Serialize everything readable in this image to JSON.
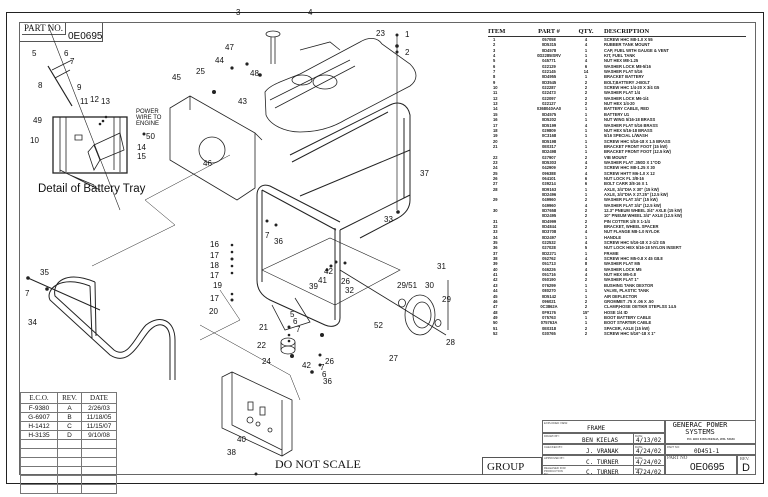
{
  "drawing": {
    "part_no_label": "PART NO.",
    "part_no": "0E0695",
    "detail_caption": "Detail of Battery Tray",
    "power_label": [
      "POWER",
      "WIRE TO",
      "ENGINE"
    ],
    "do_not_scale": "DO NOT SCALE",
    "callouts": [
      "1",
      "2",
      "3",
      "4",
      "5",
      "6",
      "7",
      "8",
      "9",
      "10",
      "11",
      "12",
      "13",
      "14",
      "15",
      "16",
      "17",
      "17",
      "18",
      "17",
      "19",
      "17",
      "20",
      "21",
      "22",
      "23",
      "24",
      "25",
      "26",
      "26",
      "27",
      "28",
      "29",
      "29/51",
      "30",
      "31",
      "32",
      "33",
      "34",
      "35",
      "7",
      "36",
      "36",
      "37",
      "38",
      "39",
      "39",
      "40",
      "41",
      "42",
      "43",
      "44",
      "45",
      "46",
      "47",
      "48",
      "49",
      "50",
      "52",
      "5",
      "6",
      "7",
      "7"
    ]
  },
  "parts_list": {
    "headers": [
      "ITEM",
      "PART #",
      "QTY.",
      "DESCRIPTION"
    ],
    "rows": [
      [
        "1",
        "057058",
        "4",
        "SCREW HHC M8-1.0 X 55"
      ],
      [
        "2",
        "0D5315",
        "4",
        "RUBBER TANK MOUNT"
      ],
      [
        "3",
        "0D4578",
        "1",
        "CAP, FUEL WITH GAUGE & VENT"
      ],
      [
        "4",
        "0D2285ISRV",
        "1",
        "KIT, FUEL TANK"
      ],
      [
        "5",
        "045771",
        "4",
        "NUT HEX M8-1.25"
      ],
      [
        "6",
        "022129",
        "6",
        "WASHER LOCK M8-5/16"
      ],
      [
        "7",
        "022145",
        "14",
        "WASHER FLAT 5/16"
      ],
      [
        "8",
        "0D4955",
        "1",
        "BRACKET BATTERY"
      ],
      [
        "9",
        "0D3545",
        "2",
        "BOLT,BATTERY J-BOLT"
      ],
      [
        "10",
        "022287",
        "2",
        "SCREW HHC 1/4-20 X 3/4 G5"
      ],
      [
        "11",
        "022473",
        "2",
        "WASHER FLAT 1/4"
      ],
      [
        "12",
        "022097",
        "2",
        "WASHER LOCK M6-1/4"
      ],
      [
        "13",
        "022127",
        "2",
        "NUT HEX 1/4-20"
      ],
      [
        "14",
        "0368040AA0",
        "1",
        "BATTERY CABLE, RED"
      ],
      [
        "15",
        "0D4575",
        "1",
        "BATTERY U1"
      ],
      [
        "16",
        "0D5202",
        "1",
        "NUT WING 5/16-18 BRASS"
      ],
      [
        "17",
        "0D5199",
        "4",
        "WASHER FLAT 5/16 BRASS"
      ],
      [
        "18",
        "029809",
        "1",
        "NUT HEX 5/16-18 BRASS"
      ],
      [
        "19",
        "0C3168",
        "1",
        "5/16 SPECIAL L/WASH"
      ],
      [
        "20",
        "0D5198",
        "1",
        "SCREW HHC 5/16-18 X 1.5 BRASS"
      ],
      [
        "21",
        "0E0317",
        "1",
        "BRACKET FRONT FOOT (15 kW)"
      ],
      [
        "",
        "0D2498",
        "1",
        "BRACKET FRONT FOOT (12.5 kW)"
      ],
      [
        "22",
        "027907",
        "2",
        "VIB MOUNT"
      ],
      [
        "23",
        "0D5303",
        "4",
        "WASHER FLAT .350D X 1\"OD"
      ],
      [
        "24",
        "042909",
        "2",
        "SCREW HHC M8-1.25 X 30"
      ],
      [
        "25",
        "096388",
        "4",
        "SCREW HHTT M6-1.0 X 12"
      ],
      [
        "26",
        "064101",
        "6",
        "NUT LOCK FL 3/8-16"
      ],
      [
        "27",
        "039214",
        "6",
        "BOLT CARR 3/8-16 X 1"
      ],
      [
        "28",
        "0D9163",
        "1",
        "AXLE, 3/4\"DIA X 30\" (15 kW)"
      ],
      [
        "",
        "0D2496",
        "1",
        "AXLE, 3/4\"DIA X 27.25\" (12.5 kW)"
      ],
      [
        "29",
        "049960",
        "2",
        "WASHER FLAT 3/4\" (15 kW)"
      ],
      [
        "",
        "049960",
        "4",
        "WASHER FLAT 3/4\" (12.5 kW)"
      ],
      [
        "30",
        "0D7658",
        "2",
        "12.3\" PNEUM WHEEL 3/4\" AXLE (15 kW)"
      ],
      [
        "",
        "0D2495",
        "2",
        "10\" PNEUM WHEEL 3/4\" AXLE (12.5 kW)"
      ],
      [
        "31",
        "0D4999",
        "2",
        "PIN COTTER 1/8 X 1-1/4"
      ],
      [
        "32",
        "0D4844",
        "2",
        "BRACKET, WHEEL SPACER"
      ],
      [
        "33",
        "0D3708",
        "4",
        "NUT FLANGE M8-1.0 NYLOK"
      ],
      [
        "34",
        "0D2497",
        "1",
        "HANDLE"
      ],
      [
        "35",
        "022532",
        "4",
        "SCREW HHC 5/16-18 X 2-1/2 G5"
      ],
      [
        "36",
        "027028",
        "5",
        "NUT LOCK HEX 5/16-18 NYLON INSERT"
      ],
      [
        "37",
        "0D2271",
        "1",
        "FRAME"
      ],
      [
        "38",
        "052762",
        "4",
        "SCREW HHC M5-0.8 X 45 G8.8"
      ],
      [
        "39",
        "051713",
        "8",
        "WASHER FLAT M5"
      ],
      [
        "40",
        "046226",
        "4",
        "WASHER LOCK M5"
      ],
      [
        "41",
        "051716",
        "4",
        "NUT HEX M5-0.8"
      ],
      [
        "42",
        "050190",
        "2",
        "WASHER FLAT 1\""
      ],
      [
        "43",
        "076299",
        "1",
        "BUSHING TANK DEXTOR"
      ],
      [
        "44",
        "080270",
        "1",
        "VALVE, PLASTIC TANK"
      ],
      [
        "45",
        "0D5142",
        "1",
        "AIR DEFLECTOR"
      ],
      [
        "46",
        "096021",
        "2",
        "GROMMET .75 X .06 X .50"
      ],
      [
        "47",
        "0C3862A",
        "2",
        "CLAMP,HOSE OETIKR STEPLSS 14.5"
      ],
      [
        "48",
        "0F9176",
        "15\"",
        "HOSE 1/4 ID"
      ],
      [
        "49",
        "075763",
        "1",
        "BOOT BATTERY CABLE"
      ],
      [
        "50",
        "075763A",
        "1",
        "BOOT STARTER CABLE"
      ],
      [
        "51",
        "0E0318",
        "2",
        "SPACER, AXLE (15 kW)"
      ],
      [
        "52",
        "030765",
        "2",
        "SCREW HHC 5/16\"-18 X 1\""
      ]
    ]
  },
  "revisions": {
    "headers": [
      "E.C.O.",
      "REV.",
      "DATE"
    ],
    "rows": [
      [
        "F-9380",
        "A",
        "2/26/03"
      ],
      [
        "G-6907",
        "B",
        "11/18/05"
      ],
      [
        "H-1412",
        "C",
        "11/15/07"
      ],
      [
        "H-3135",
        "D",
        "9/10/08"
      ],
      [
        "",
        "",
        ""
      ],
      [
        "",
        "",
        ""
      ],
      [
        "",
        "",
        ""
      ],
      [
        "",
        "",
        ""
      ],
      [
        "",
        "",
        ""
      ],
      [
        "",
        "",
        ""
      ]
    ]
  },
  "title_block": {
    "group_label": "GROUP",
    "exploded_view_label": "EXPLODED VIEW:",
    "exploded_view": "FRAME",
    "drawn_by_label": "DRAWN BY:",
    "drawn_by": "BEN KIELAS",
    "drawn_date": "4/13/02",
    "checked_by_label": "CHECKED BY:",
    "checked_by": "J. VRANAK",
    "checked_date": "4/24/02",
    "approved_by_label": "APPROVED BY:",
    "approved_by": "C. TURNER",
    "approved_date": "4/24/02",
    "released_label": "RELEASED FOR PRODUCTION BY:",
    "released_by": "C. TURNER",
    "released_date": "4/24/02",
    "date_label": "DATE:",
    "company": "GENERAC POWER SYSTEMS",
    "company_addr": "P.O. BOX 8  WAUKESHA, WIS. 53189",
    "part_no_small_label": "PART NO:",
    "part_no_small": "0D451-1",
    "part_no_label": "PART NO",
    "part_no": "0E0695",
    "rev_label": "REV.",
    "rev": "D"
  }
}
